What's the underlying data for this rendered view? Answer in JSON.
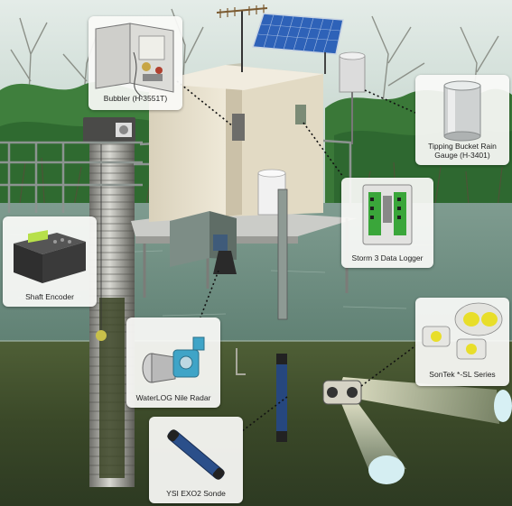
{
  "labels": {
    "bubbler": "Bubbler (H-3551T)",
    "tipping_bucket": "Tipping Bucket Rain Gauge (H-3401)",
    "storm3": "Storm 3 Data Logger",
    "shaft_encoder": "Shaft Encoder",
    "sontek": "SonTek *-SL Series",
    "waterlog_radar": "WaterLOG Nile Radar",
    "ysi_sonde": "YSI EXO2 Sonde"
  },
  "colors": {
    "sky": "#cfdcd6",
    "forest": "#3e7a3c",
    "water": "#6d8c7f",
    "underwater": "#3f4f2c",
    "shelter": "#e6dfcc",
    "solar_panel": "#2e62b8",
    "beam": "#f3f1d6",
    "transducer_yellow": "#e8de2a"
  },
  "icons": [
    "solar-panel-icon",
    "antenna-icon",
    "rain-gauge-icon",
    "shaft-encoder-icon",
    "radar-sensor-icon",
    "sonde-icon",
    "data-logger-icon",
    "bubbler-box-icon",
    "acoustic-doppler-icon"
  ]
}
